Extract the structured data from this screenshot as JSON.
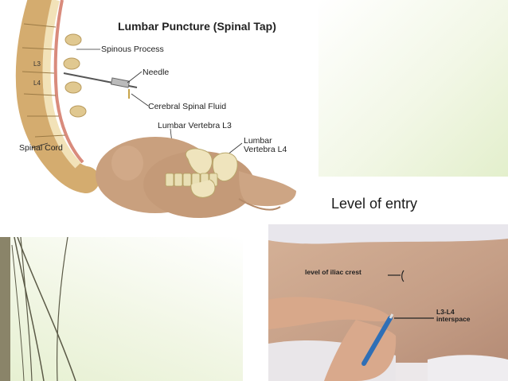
{
  "diagram": {
    "title": "Lumbar Puncture (Spinal Tap)",
    "labels": {
      "spinous_process": "Spinous Process",
      "needle": "Needle",
      "csf": "Cerebral Spinal Fluid",
      "lumbar_l3": "Lumbar Vertebra L3",
      "lumbar_l4_line1": "Lumbar",
      "lumbar_l4_line2": "Vertebra L4",
      "spinal_cord": "Spinal Cord",
      "l3": "L3",
      "l4": "L4"
    }
  },
  "caption": "Level of entry",
  "photo": {
    "iliac_label": "level of iliac crest",
    "interspace_line1": "L3-L4",
    "interspace_line2": "interspace"
  },
  "colors": {
    "background_green": "#e3efcc",
    "strip": "#8a8469",
    "skin": "#c9a07e",
    "bone": "#e9dfb4"
  }
}
